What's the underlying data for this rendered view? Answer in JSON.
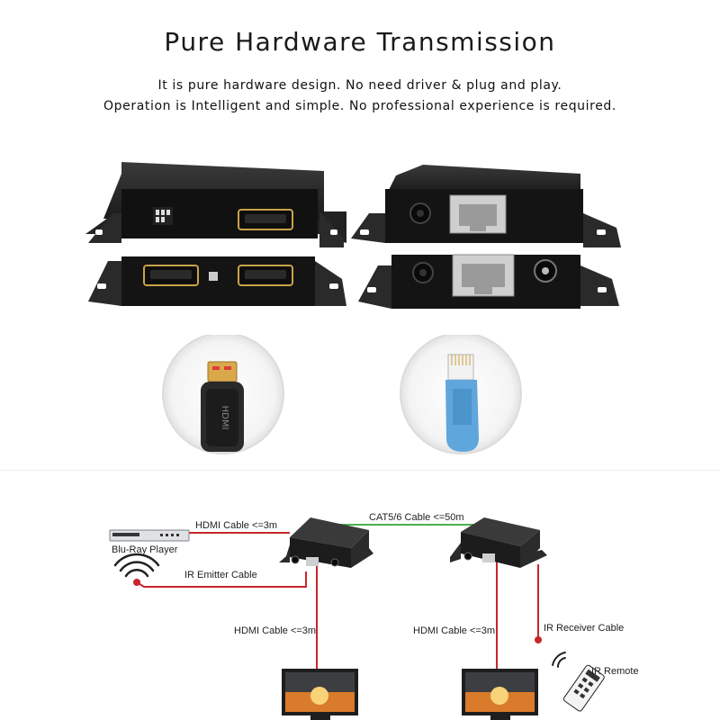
{
  "header": {
    "title": "Pure Hardware Transmission",
    "line1": "It is pure hardware design. No need driver & plug and play.",
    "line2": "Operation is Intelligent and simple. No professional experience is required."
  },
  "connectors": {
    "hdmi_plug_text": "HDMI"
  },
  "diagram": {
    "hdmi_cable_top": "HDMI Cable <=3m",
    "cat_cable": "CAT5/6 Cable <=50m",
    "bluray_label": "Blu-Ray Player",
    "ir_emitter": "IR Emitter Cable",
    "hdmi_cable_left": "HDMI Cable <=3m",
    "hdmi_cable_right": "HDMI Cable <=3m",
    "ir_receiver": "IR Receiver Cable",
    "ir_remote": "IR Remote"
  },
  "colors": {
    "red_cable": "#c8262c",
    "green_cable": "#4caf50",
    "device": "#1c1c1c"
  }
}
